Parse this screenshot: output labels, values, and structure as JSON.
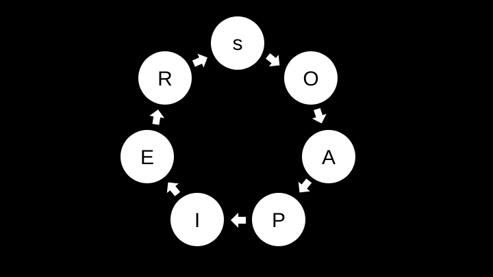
{
  "cycle": {
    "nodes": [
      {
        "label": "s"
      },
      {
        "label": "O"
      },
      {
        "label": "A"
      },
      {
        "label": "P"
      },
      {
        "label": "I"
      },
      {
        "label": "E"
      },
      {
        "label": "R"
      }
    ],
    "direction": "clockwise",
    "colors": {
      "background": "#000000",
      "node_fill": "#ffffff",
      "label": "#000000",
      "arrow": "#ffffff"
    }
  }
}
